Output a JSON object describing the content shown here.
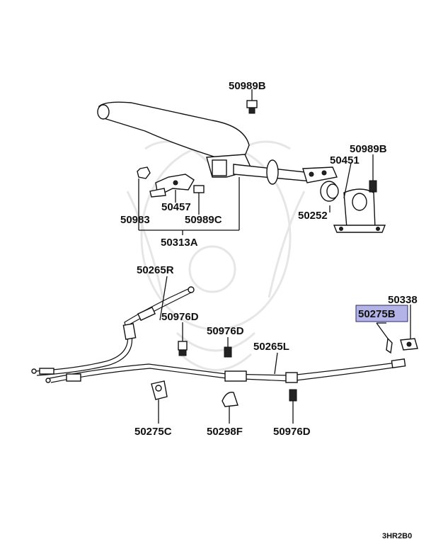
{
  "parts": {
    "p50989B_top": "50989B",
    "p50989B_right": "50989B",
    "p50451": "50451",
    "p50252": "50252",
    "p50983": "50983",
    "p50457": "50457",
    "p50989C": "50989C",
    "p50313A": "50313A",
    "p50265R": "50265R",
    "p50976D_a": "50976D",
    "p50976D_b": "50976D",
    "p50976D_c": "50976D",
    "p50265L": "50265L",
    "p50338": "50338",
    "p50275B": "50275B",
    "p50275C": "50275C",
    "p50298F": "50298F"
  },
  "diagram_code": "3HR2B0",
  "colors": {
    "highlight": "#b3b3e8",
    "ink": "#111111",
    "watermark": "#e6e6e6"
  }
}
